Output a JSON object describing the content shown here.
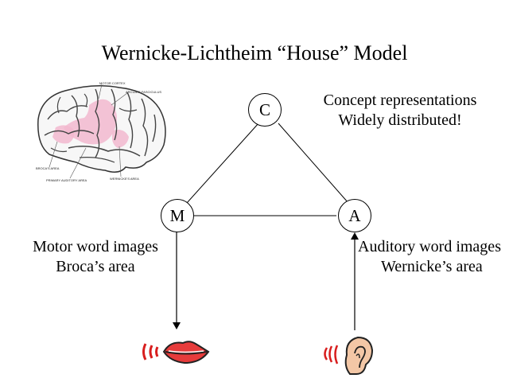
{
  "title": "Wernicke-Lichtheim “House” Model",
  "nodes": {
    "concept": "C",
    "motor": "M",
    "auditory": "A"
  },
  "concept_text": {
    "line1": "Concept representations",
    "line2": "Widely distributed!"
  },
  "motor_text": {
    "line1": "Motor word images",
    "line2": "Broca’s area"
  },
  "auditory_text": {
    "line1": "Auditory word images",
    "line2": "Wernicke’s area"
  },
  "brain_labels": {
    "motor_cortex": "MOTOR CORTEX",
    "arcuate_fasciculus": "ARCUATE FASCICULUS",
    "brocas_area": "BROCA'S AREA",
    "primary_auditory_area": "PRIMARY AUDITORY AREA",
    "wernickes_area": "WERNICKE'S AREA"
  },
  "icons": {
    "mouth": "mouth-icon",
    "ear": "ear-icon"
  },
  "colors": {
    "highlight": "#f2b8cf",
    "mouth_red": "#d81e1e",
    "skin": "#f3c7a6"
  }
}
